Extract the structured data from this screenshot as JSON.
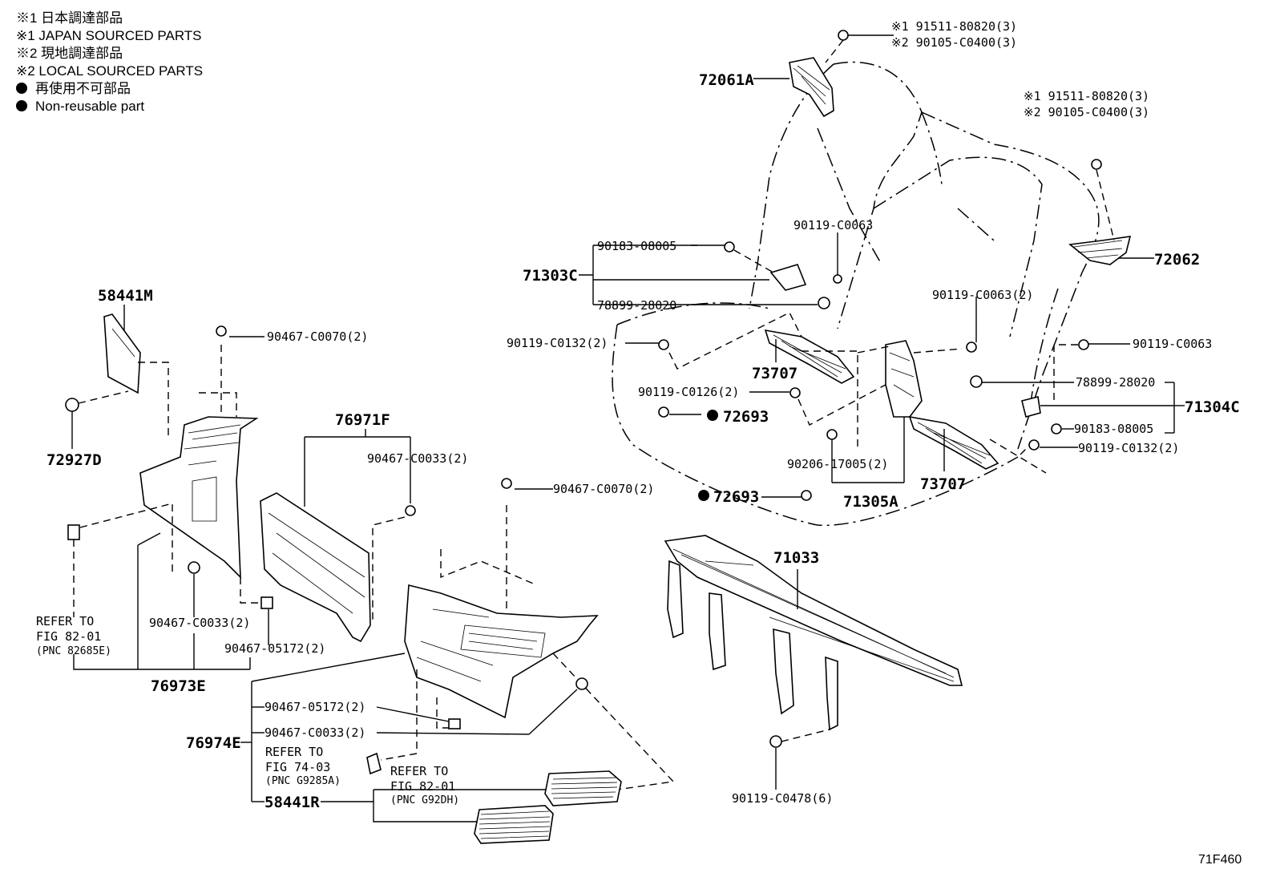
{
  "legend": {
    "line1": "※1 日本調達部品",
    "line2": "※1 JAPAN SOURCED PARTS",
    "line3": "※2 現地調達部品",
    "line4": "※2 LOCAL SOURCED PARTS",
    "line5": "再使用不可部品",
    "line6": "Non-reusable part"
  },
  "labels": {
    "p72061A": "72061A",
    "p72061A_n1": "※1 91511-80820(3)",
    "p72061A_n2": "※2 90105-C0400(3)",
    "p72062_n1": "※1 91511-80820(3)",
    "p72062_n2": "※2 90105-C0400(3)",
    "p72062": "72062",
    "p90119_C0063_a": "90119-C0063",
    "p90183_08005_a": "90183-08005",
    "p71303C": "71303C",
    "p78899_28020_a": "78899-28020",
    "p90119_C0063_2": "90119-C0063(2)",
    "p90119_C0132_2a": "90119-C0132(2)",
    "p73707_a": "73707",
    "p90119_C0063_b": "90119-C0063",
    "p78899_28020_b": "78899-28020",
    "p71304C": "71304C",
    "p90119_C0126_2": "90119-C0126(2)",
    "p72693_a": "72693",
    "p90183_08005_b": "90183-08005",
    "p90119_C0132_2b": "90119-C0132(2)",
    "p90206_17005_2": "90206-17005(2)",
    "p73707_b": "73707",
    "p72693_b": "72693",
    "p71305A": "71305A",
    "p58441M": "58441M",
    "p90467_C0070_2a": "90467-C0070(2)",
    "p72927D": "72927D",
    "p76971F": "76971F",
    "p90467_C0033_2a": "90467-C0033(2)",
    "p90467_C0070_2b": "90467-C0070(2)",
    "p71033": "71033",
    "ref1_l1": "REFER TO",
    "ref1_l2": "FIG 82-01",
    "ref1_l3": "(PNC 82685E)",
    "p90467_C0033_2b": "90467-C0033(2)",
    "p90467_05172_2a": "90467-05172(2)",
    "p76973E": "76973E",
    "p90467_05172_2b": "90467-05172(2)",
    "p76974E": "76974E",
    "p90467_C0033_2c": "90467-C0033(2)",
    "ref2_l1": "REFER TO",
    "ref2_l2": "FIG 74-03",
    "ref2_l3": "(PNC G9285A)",
    "ref3_l1": "REFER TO",
    "ref3_l2": "FIG 82-01",
    "ref3_l3": "(PNC G92DH)",
    "p58441R": "58441R",
    "p90119_C0478_6": "90119-C0478(6)",
    "figcode": "71F460"
  }
}
